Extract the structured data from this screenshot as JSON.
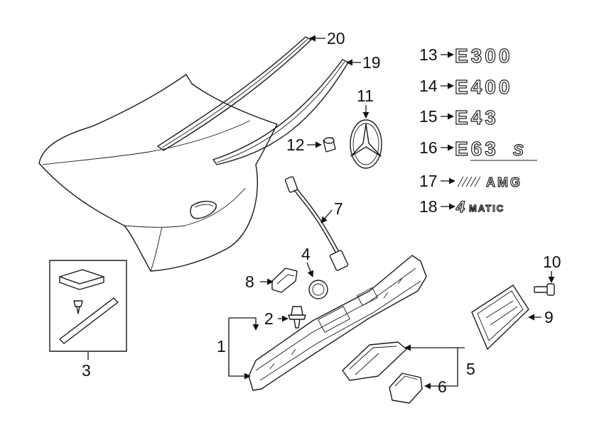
{
  "callouts": {
    "c1": "1",
    "c2": "2",
    "c3": "3",
    "c4": "4",
    "c5": "5",
    "c6": "6",
    "c7": "7",
    "c8": "8",
    "c9": "9",
    "c10": "10",
    "c11": "11",
    "c12": "12",
    "c13": "13",
    "c14": "14",
    "c15": "15",
    "c16": "16",
    "c17": "17",
    "c18": "18",
    "c19": "19",
    "c20": "20"
  },
  "emblems": {
    "e13": "E300",
    "e14": "E400",
    "e15": "E43",
    "e16_main": "E63",
    "e16_suffix": "S",
    "e17": "AMG",
    "e18_num": "4",
    "e18_word": "MATIC"
  }
}
